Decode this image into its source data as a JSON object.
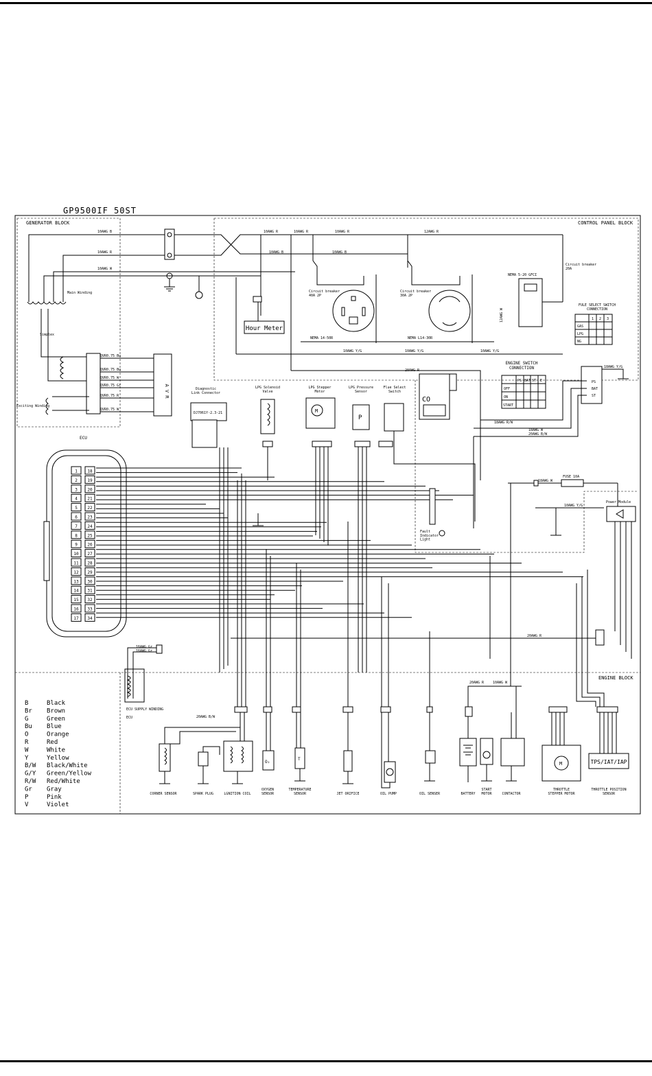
{
  "model_title": "GP9500IF 50ST",
  "blocks": {
    "generator": "GENERATOR BLOCK",
    "control_panel": "CONTROL PANEL BLOCK",
    "engine": "ENGINE BLOCK"
  },
  "generator": {
    "main_winding": "Main Winding",
    "simplex": "Simplex",
    "exciting_winding": "Exciting Winding",
    "avr": "A V R",
    "avr_wires": [
      "QVR0.75 Bu",
      "QVR0.75 Bu",
      "QVR0.75 W",
      "QVR0.75 Gr",
      "QVR0.75 R",
      "QVR0.75 W"
    ]
  },
  "control_panel": {
    "hour_meter": "Hour Meter",
    "breaker_40": "Circuit breaker\n40A 2P",
    "breaker_30": "Circuit breaker\n30A 2P",
    "breaker_20": "Circuit breaker\n20A",
    "nema_14_50r": "NEMA 14-50R",
    "nema_l14_30r": "NEMA L14-30R",
    "nema_5_20": "NEMA 5-20 GFCI",
    "co_label": "CO",
    "fuel_select_title": "FULE SELECT SWITCH\nCONNECTION",
    "fuel_select_cols": [
      "1",
      "2",
      "3"
    ],
    "fuel_select_rows": [
      "GAS",
      "LPG",
      "NG"
    ],
    "engine_switch_title": "ENGINE SWITCH\nCONNECTION",
    "engine_switch_cols": [
      "PS",
      "BAT",
      "ST",
      "E"
    ],
    "engine_switch_rows": [
      "OFF",
      "ON",
      "START"
    ],
    "switch_terminals": [
      "PS",
      "BAT",
      "ST"
    ],
    "fuse": "FUSE 10A",
    "power_module": "Power Module",
    "fault_light": "Fault\nIndicator\nLight"
  },
  "wire_labels": {
    "awg10b": "10AWG B",
    "awg10r": "10AWG R",
    "awg10w": "10AWG W",
    "awg12r": "12AWG R",
    "awg12w": "12AWG W",
    "awg10yg": "10AWG Y/G",
    "awg18yg": "18AWG Y/G",
    "awg20r": "20AWG R",
    "awg18rw": "18AWG R/W",
    "awg18w": "18AWG W",
    "awg20bw": "20AWG B/W",
    "awg18b": "18AWG B",
    "awg16gr": "16AWG Gr"
  },
  "ecu": {
    "label": "ECU",
    "pins_left": [
      "1",
      "2",
      "3",
      "4",
      "5",
      "6",
      "7",
      "8",
      "9",
      "10",
      "11",
      "12",
      "13",
      "14",
      "15",
      "16",
      "17"
    ],
    "pins_right": [
      "18",
      "19",
      "20",
      "21",
      "22",
      "23",
      "24",
      "25",
      "26",
      "27",
      "28",
      "29",
      "30",
      "31",
      "32",
      "33",
      "34"
    ],
    "supply_winding": "ECU SUPPLY WINDING",
    "ecu_short": "ECU"
  },
  "diagnostic": {
    "title": "Diagnostic\nLink Connector",
    "part": "DJ7061Y-2.3-21"
  },
  "top_components": [
    {
      "name": "LPG Solenoid\nValve"
    },
    {
      "name": "LPG Stepper\nMotor",
      "symbol": "M"
    },
    {
      "name": "LPG Pressure\nSensor",
      "symbol": "P"
    },
    {
      "name": "Flue Select\nSwitch"
    }
  ],
  "engine_components": [
    "CORNER SENSOR",
    "SPARK PLUG",
    "LGNITION COIL",
    "OXYGEN\nSENSOR",
    "TEMPERATURE\nSENSOR",
    "JET ORIFICE",
    "OIL PUMP",
    "OIL SENSER",
    "BATTERY",
    "START\nMOTOR",
    "CONTACTOR",
    "THROTTLE\nSTEPPER MOTOR",
    "THROTTLE POSITION\nSENSOR"
  ],
  "tps_label": "TPS/IAT/IAP",
  "legend": [
    {
      "code": "B",
      "color": "Black"
    },
    {
      "code": "Br",
      "color": "Brown"
    },
    {
      "code": "G",
      "color": "Green"
    },
    {
      "code": "Bu",
      "color": "Blue"
    },
    {
      "code": "O",
      "color": "Orange"
    },
    {
      "code": "R",
      "color": "Red"
    },
    {
      "code": "W",
      "color": "White"
    },
    {
      "code": "Y",
      "color": "Yellow"
    },
    {
      "code": "B/W",
      "color": "Black/White"
    },
    {
      "code": "G/Y",
      "color": "Green/Yellow"
    },
    {
      "code": "R/W",
      "color": "Red/White"
    },
    {
      "code": "Gr",
      "color": "Gray"
    },
    {
      "code": "P",
      "color": "Pink"
    },
    {
      "code": "V",
      "color": "Violet"
    }
  ]
}
